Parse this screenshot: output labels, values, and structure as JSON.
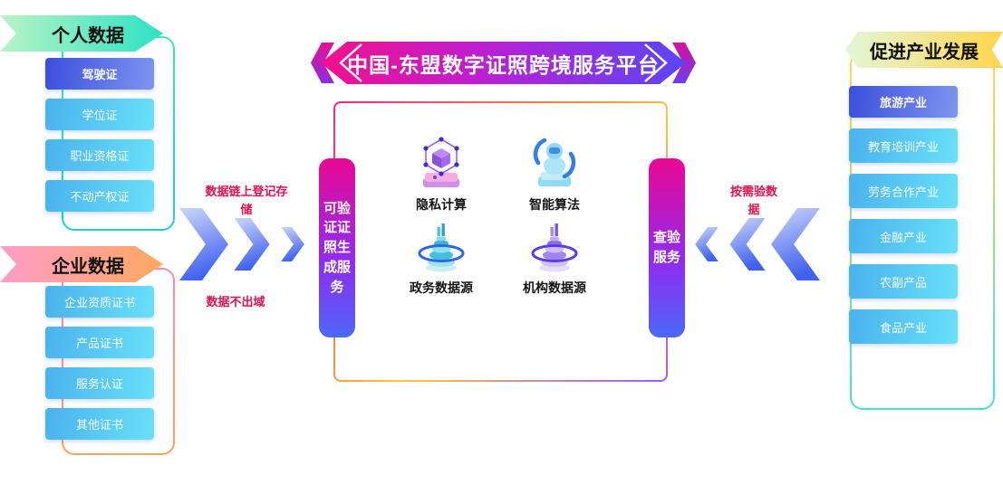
{
  "title": {
    "text": "中国-东盟数字证照跨境服务平台"
  },
  "personal": {
    "header": "个人数据",
    "items": [
      "驾驶证",
      "学位证",
      "职业资格证",
      "不动产权证"
    ]
  },
  "enterprise": {
    "header": "企业数据",
    "items": [
      "企业资质证书",
      "产品证书",
      "服务认证",
      "其他证书"
    ]
  },
  "industry": {
    "header": "促进产业发展",
    "items": [
      "旅游产业",
      "教育培训产业",
      "劳务合作产业",
      "金融产业",
      "农副产品",
      "食品产业"
    ]
  },
  "flow": {
    "left_top_label": "数据链上登记存\n储",
    "left_bottom_label": "数据不出域",
    "right_label": "按需验数\n据",
    "generation_service": "可验\n证证\n照生\n成服\n务",
    "verification_service": "查验\n服务"
  },
  "platform": {
    "capabilities": [
      {
        "label": "隐私计算",
        "icon": "privacy-computing-icon"
      },
      {
        "label": "智能算法",
        "icon": "smart-algorithm-icon"
      },
      {
        "label": "政务数据源",
        "icon": "gov-data-source-icon"
      },
      {
        "label": "机构数据源",
        "icon": "org-data-source-icon"
      }
    ]
  },
  "colors": {
    "annotation_red": "#e5104e",
    "arrow_blue": "#4062ef",
    "service_bar_top": "#ea0793",
    "service_bar_bottom": "#4b68f6",
    "title_gradient_left": "#f2108e",
    "title_gradient_right": "#5a46f5",
    "personal_border": "#2ce2c4",
    "enterprise_border": "#ffa356",
    "industry_border": "#ffd84f"
  }
}
